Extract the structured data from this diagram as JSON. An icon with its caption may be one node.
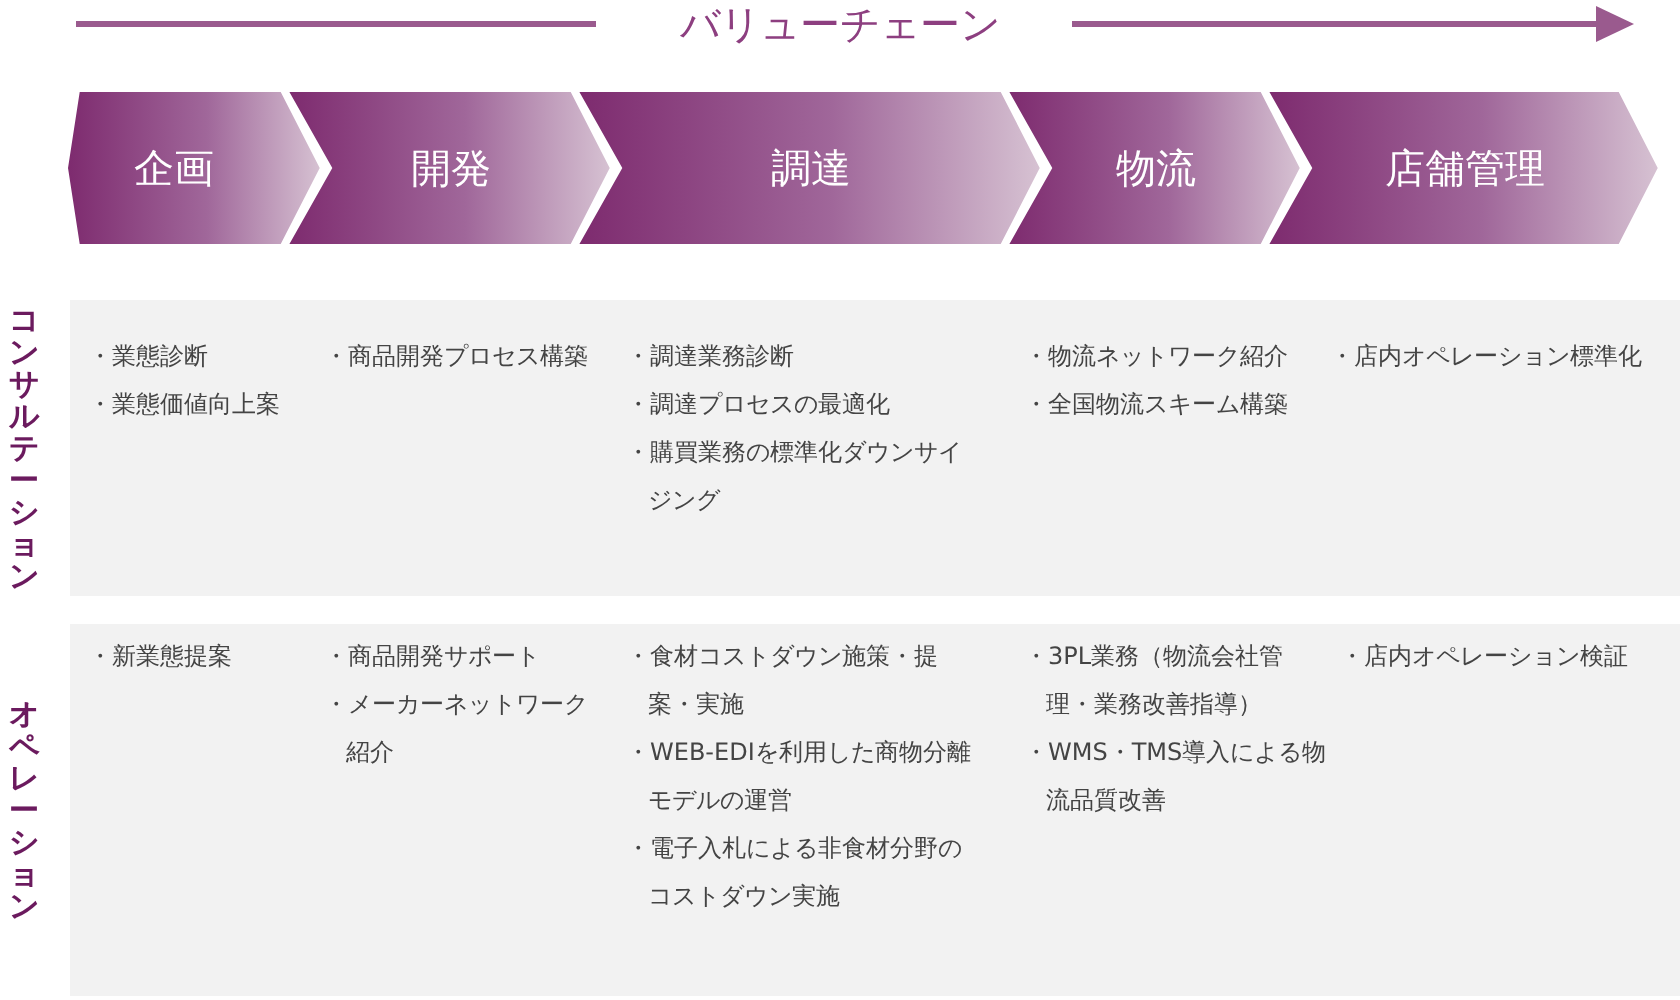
{
  "diagram": {
    "title": "バリューチェーン",
    "nodes": [
      {
        "text": [
          "企画"
        ]
      },
      {
        "text": [
          "開発"
        ]
      },
      {
        "text": [
          "調達"
        ]
      },
      {
        "text": [
          "物流"
        ]
      },
      {
        "text": [
          "店舗管理"
        ]
      },
      {
        "text": [
          "コンサルテーション"
        ]
      },
      {
        "text": [
          "オペレーション"
        ]
      }
    ],
    "labels": [
      "・業態診断",
      "・業態価値向上案",
      "・商品開発プロセス構築",
      "・調達業務診断",
      "・調達プロセスの最適化",
      "・購買業務の標準化ダウンサイジング",
      "・物流ネットワーク紹介",
      "・全国物流スキーム構築",
      "・店内オペレーション標準化",
      "・新業態提案",
      "・商品開発サポート",
      "・メーカーネットワーク紹介",
      "・食材コストダウン施策・提案・実施",
      "・WEB-EDIを利用した商物分離モデルの運営",
      "・電子入札による非食材分野のコストダウン実施",
      "・3PL業務（物流会社管理・業務改善指導）",
      "・WMS・TMS導入による物流品質改善",
      "・店内オペレーション検証"
    ]
  }
}
